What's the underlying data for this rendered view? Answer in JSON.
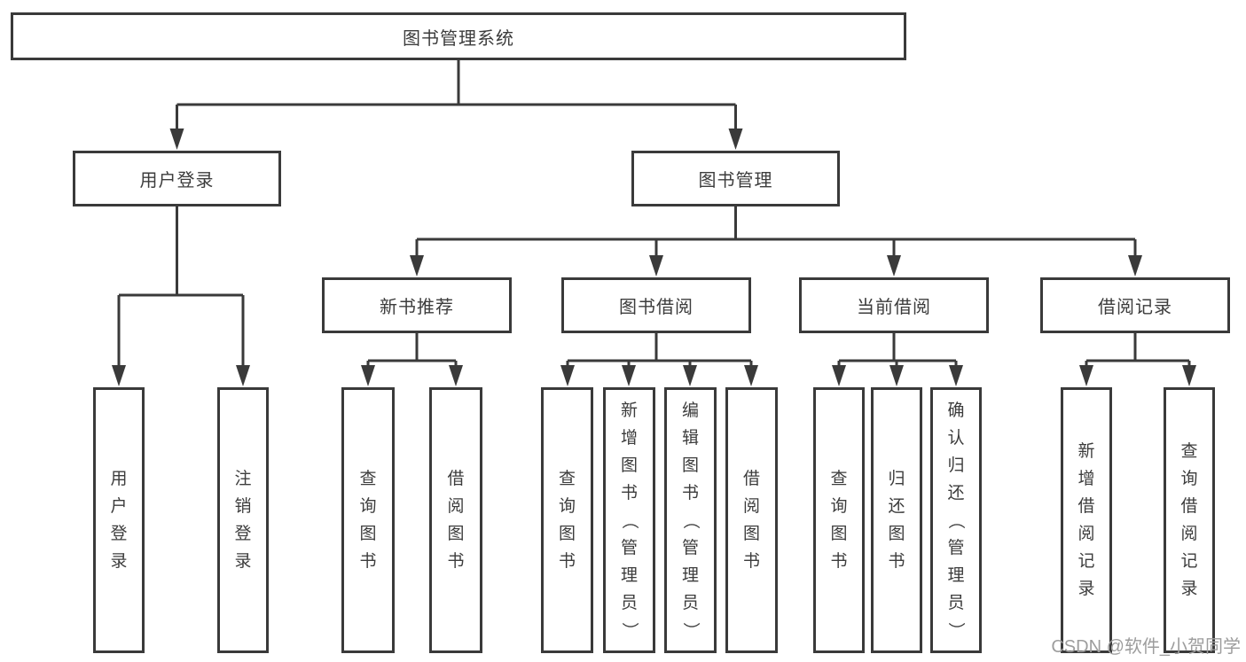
{
  "tree": {
    "label": "图书管理系统",
    "children": [
      {
        "label": "用户登录",
        "children": [
          {
            "label": "用户登录"
          },
          {
            "label": "注销登录"
          }
        ]
      },
      {
        "label": "图书管理",
        "children": [
          {
            "label": "新书推荐",
            "children": [
              {
                "label": "查询图书"
              },
              {
                "label": "借阅图书"
              }
            ]
          },
          {
            "label": "图书借阅",
            "children": [
              {
                "label": "查询图书"
              },
              {
                "label": "新增图书（管理员）"
              },
              {
                "label": "编辑图书（管理员）"
              },
              {
                "label": "借阅图书"
              }
            ]
          },
          {
            "label": "当前借阅",
            "children": [
              {
                "label": "查询图书"
              },
              {
                "label": "归还图书"
              },
              {
                "label": "确认归还（管理员）"
              }
            ]
          },
          {
            "label": "借阅记录",
            "children": [
              {
                "label": "新增借阅记录"
              },
              {
                "label": "查询借阅记录"
              }
            ]
          }
        ]
      }
    ]
  },
  "watermark": {
    "label": "CSDN @软件_小贺同学"
  },
  "colors": {
    "line": "#3a3a3a",
    "text": "#3c3c3c",
    "watermark": "#9d9d9d",
    "background": "#ffffff"
  }
}
